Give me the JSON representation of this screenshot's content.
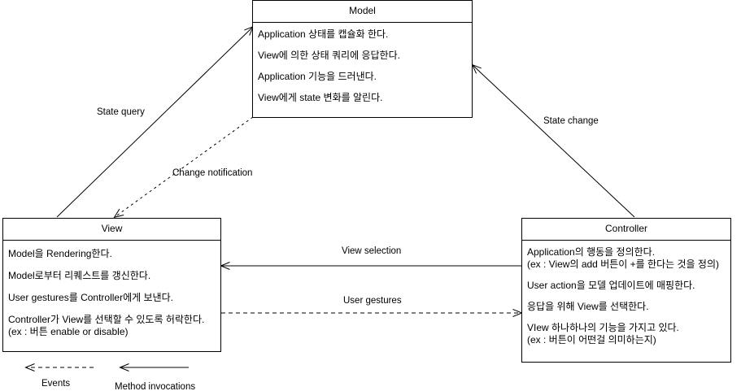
{
  "diagram": {
    "title": "MVC Architecture Diagram",
    "type": "mvc-architecture",
    "stroke_color": "#000000",
    "background_color": "#ffffff",
    "nodes": [
      {
        "id": "model",
        "title": "Model",
        "lines": [
          {
            "text": "Application 상태를 캡슐화 한다."
          },
          {
            "text": "View에 의한 상태 쿼리에 응답한다."
          },
          {
            "text": "Application 기능을 드러낸다."
          },
          {
            "text": "View에게 state 변화를 알린다."
          }
        ]
      },
      {
        "id": "view",
        "title": "View",
        "lines": [
          {
            "text": "Model을 Rendering한다."
          },
          {
            "text": "Model로부터 리퀘스트를 갱신한다."
          },
          {
            "text": "User gestures를 Controller에게 보낸다."
          },
          {
            "text": "Controller가 View를 선택할 수 있도록 허락한다.",
            "sub": "(ex : 버튼 enable or disable)"
          }
        ]
      },
      {
        "id": "controller",
        "title": "Controller",
        "lines": [
          {
            "text": "Application의 행동을 정의한다.",
            "sub": "(ex : View의 add 버튼이 +를 한다는 것을 정의)"
          },
          {
            "text": "User action을 모델 업데이트에 매핑한다."
          },
          {
            "text": "응답을 위해 View를 선택한다."
          },
          {
            "text": "VIew 하나하나의 기능을 가지고 있다.",
            "sub": "(ex : 버튼이 어떤걸 의미하는지)"
          }
        ]
      }
    ],
    "edges": [
      {
        "id": "state-query",
        "label": "State query",
        "style": "solid",
        "from": "view",
        "to": "model"
      },
      {
        "id": "change-notification",
        "label": "Change notification",
        "style": "dashed",
        "from": "model",
        "to": "view"
      },
      {
        "id": "state-change",
        "label": "State change",
        "style": "solid",
        "from": "controller",
        "to": "model"
      },
      {
        "id": "view-selection",
        "label": "View selection",
        "style": "solid",
        "from": "controller",
        "to": "view"
      },
      {
        "id": "user-gestures",
        "label": "User gestures",
        "style": "dashed",
        "from": "view",
        "to": "controller"
      }
    ],
    "legend": [
      {
        "id": "events",
        "label": "Events",
        "style": "dashed"
      },
      {
        "id": "method-invocations",
        "label": "Method invocations",
        "style": "solid"
      }
    ]
  }
}
